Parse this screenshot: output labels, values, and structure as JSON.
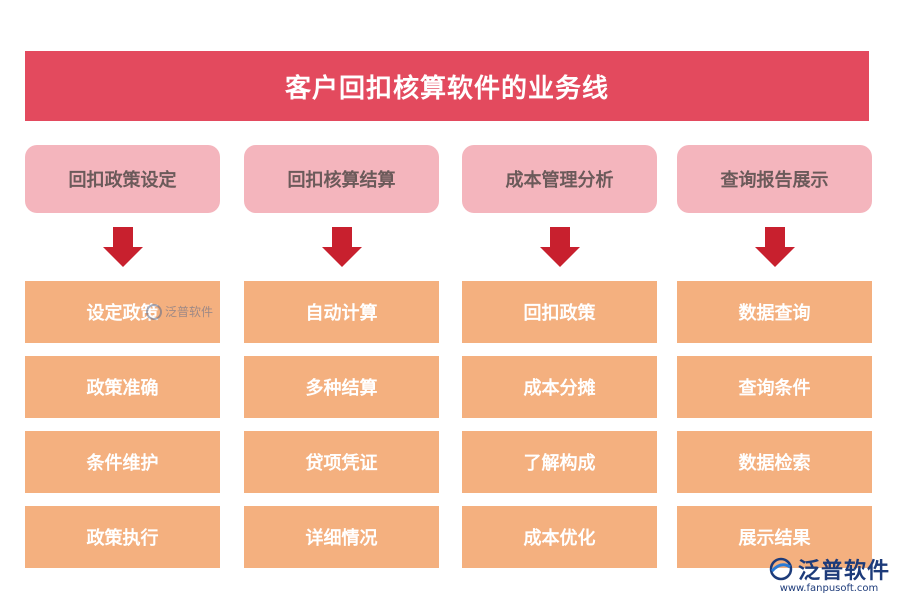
{
  "title": "客户回扣核算软件的业务线",
  "columns": [
    {
      "header": "回扣政策设定",
      "items": [
        "设定政策",
        "政策准确",
        "条件维护",
        "政策执行"
      ]
    },
    {
      "header": "回扣核算结算",
      "items": [
        "自动计算",
        "多种结算",
        "贷项凭证",
        "详细情况"
      ]
    },
    {
      "header": "成本管理分析",
      "items": [
        "回扣政策",
        "成本分摊",
        "了解构成",
        "成本优化"
      ]
    },
    {
      "header": "查询报告展示",
      "items": [
        "数据查询",
        "查询条件",
        "数据检索",
        "展示结果"
      ]
    }
  ],
  "watermark": {
    "small_text": "泛普软件"
  },
  "logo": {
    "name": "泛普软件",
    "url": "www.fanpusoft.com",
    "icon": "fanpu-logo-icon"
  },
  "colors": {
    "title_bg": "#e34a5e",
    "header_bg": "#f4b5bd",
    "item_bg": "#f4b07f",
    "arrow": "#c8202e"
  }
}
